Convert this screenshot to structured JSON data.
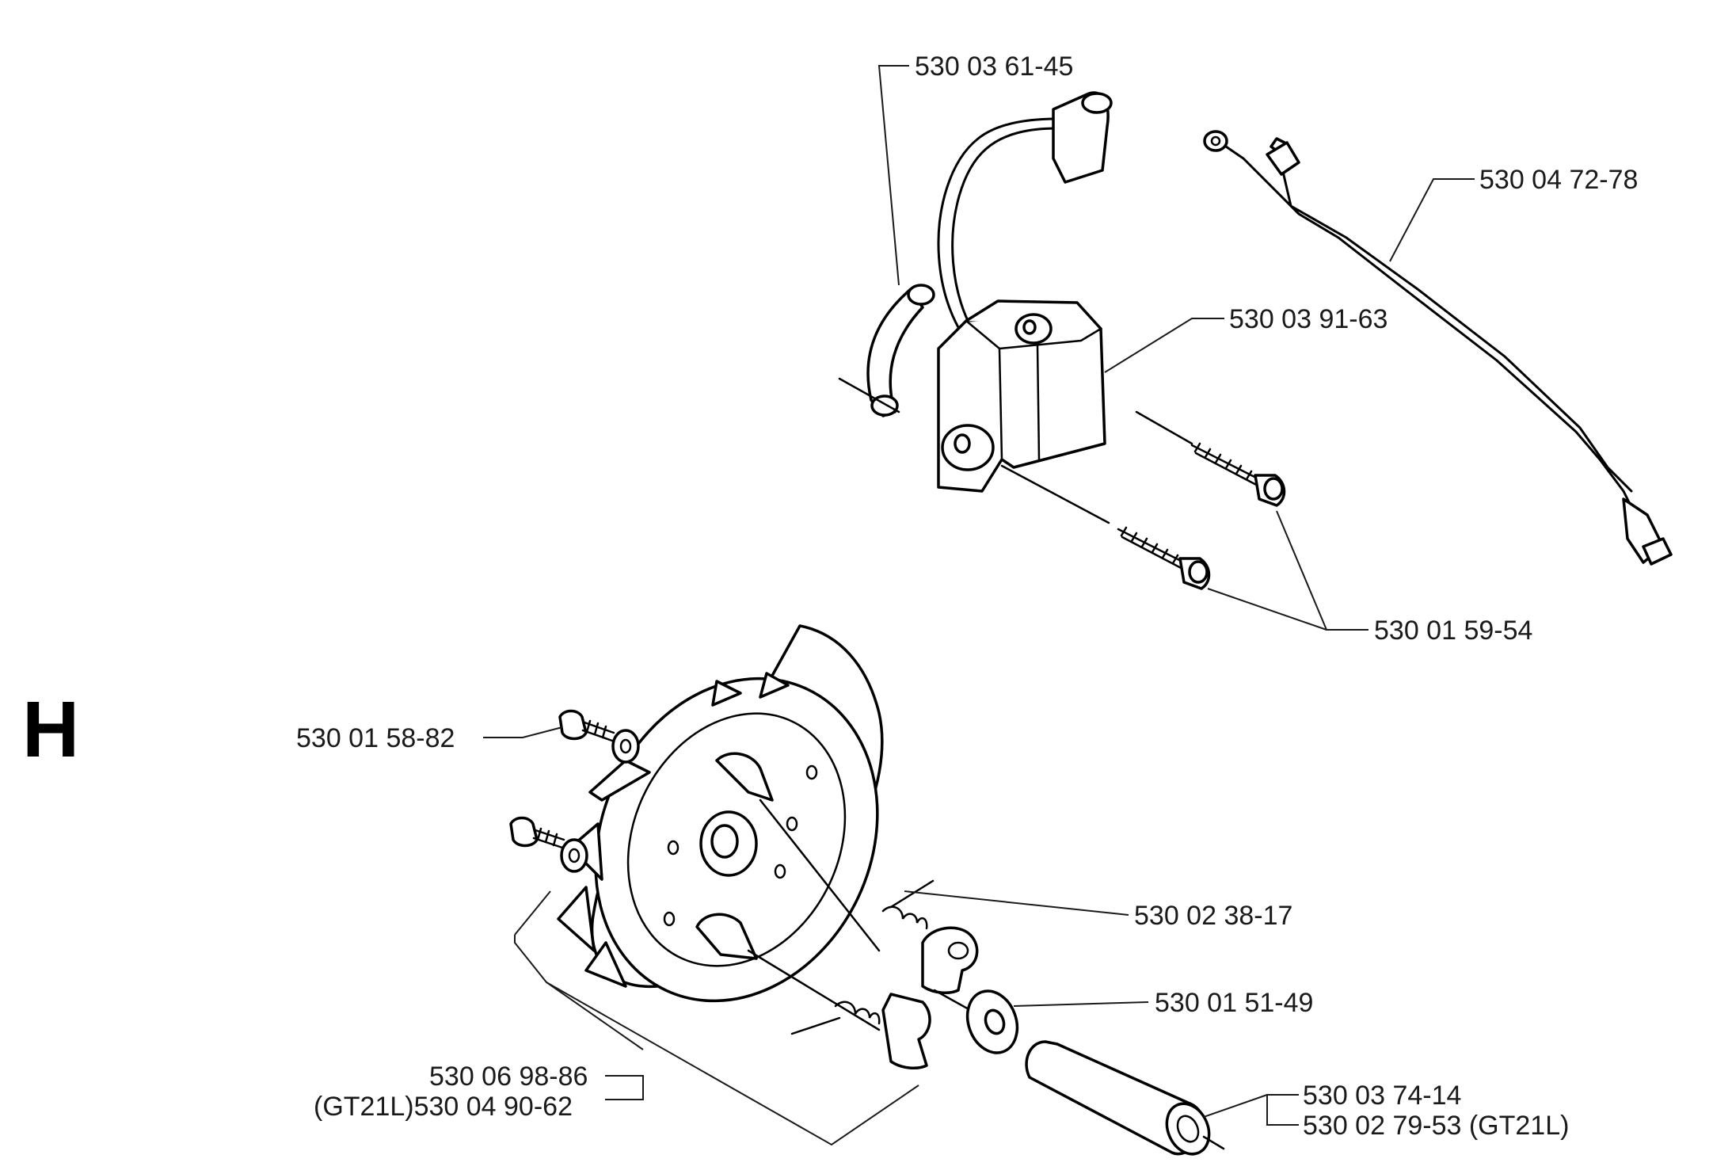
{
  "section_letter": "H",
  "labels": {
    "ignition_clip": "530 03 61-45",
    "wire_harness": "530 04 72-78",
    "ignition_coil": "530 03 91-63",
    "coil_screws": "530 01 59-54",
    "flywheel_screw": "530 01 58-82",
    "pawl_spring": "530 02 38-17",
    "washer": "530 01 51-49",
    "flywheel": "530 06 98-86",
    "flywheel_gt21l": "(GT21L)530 04 90-62",
    "sleeve": "530 03 74-14",
    "sleeve_gt21l": "530 02 79-53 (GT21L)"
  }
}
